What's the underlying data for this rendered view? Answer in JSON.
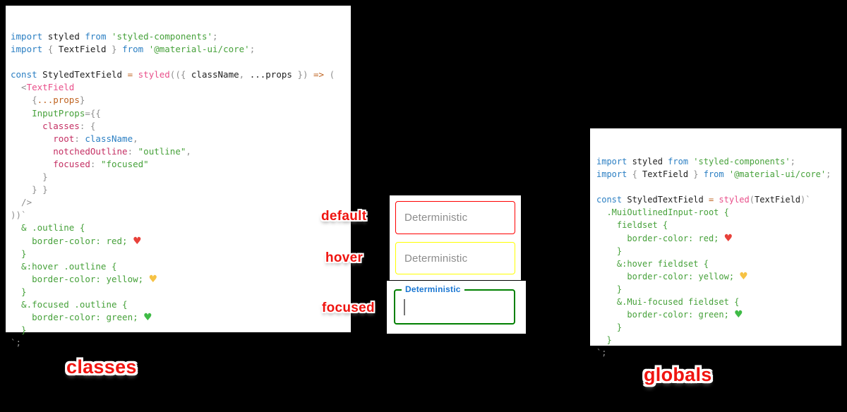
{
  "annotations": {
    "state_default": "default",
    "state_hover": "hover",
    "state_focused": "focused",
    "left_caption": "classes",
    "right_caption": "globals",
    "color": "#ef1410"
  },
  "fields": {
    "default": {
      "placeholder": "Deterministic",
      "border_color": "red"
    },
    "hover": {
      "placeholder": "Deterministic",
      "border_color": "yellow"
    },
    "focused": {
      "label": "Deterministic",
      "value": "",
      "border_color": "green",
      "label_color": "#1976d2"
    }
  },
  "syntax_colors": {
    "kw": "#2b7fc3",
    "id": "#1e1e1e",
    "str": "#46a13a",
    "css": "#46a13a",
    "fn": "#e94f8a",
    "key": "#c42f63",
    "op": "#bf6320",
    "pun": "#8f8f8f",
    "hr": "#e8413a",
    "hy": "#f6c244",
    "hg": "#3fbb46"
  },
  "code_panels": {
    "classes": {
      "lines": [
        [
          [
            "kw",
            "import "
          ],
          [
            "id",
            "styled "
          ],
          [
            "kw",
            "from "
          ],
          [
            "str",
            "'styled-components'"
          ],
          [
            "pun",
            ";"
          ]
        ],
        [
          [
            "kw",
            "import "
          ],
          [
            "pun",
            "{ "
          ],
          [
            "id",
            "TextField "
          ],
          [
            "pun",
            "} "
          ],
          [
            "kw",
            "from "
          ],
          [
            "str",
            "'@material-ui/core'"
          ],
          [
            "pun",
            ";"
          ]
        ],
        [],
        [
          [
            "kw",
            "const "
          ],
          [
            "id",
            "StyledTextField "
          ],
          [
            "op",
            "= "
          ],
          [
            "fn",
            "styled"
          ],
          [
            "pun",
            "(({ "
          ],
          [
            "id",
            "className"
          ],
          [
            "pun",
            ", "
          ],
          [
            "id",
            "...props "
          ],
          [
            "pun",
            "}) "
          ],
          [
            "op",
            "=> "
          ],
          [
            "pun",
            "("
          ]
        ],
        [
          [
            "pun",
            "  <"
          ],
          [
            "fn",
            "TextField"
          ]
        ],
        [
          [
            "pun",
            "    {"
          ],
          [
            "op",
            "...props"
          ],
          [
            "pun",
            "}"
          ]
        ],
        [
          [
            "str",
            "    InputProps"
          ],
          [
            "pun",
            "={{"
          ]
        ],
        [
          [
            "key",
            "      classes"
          ],
          [
            "pun",
            ": {"
          ]
        ],
        [
          [
            "key",
            "        root"
          ],
          [
            "pun",
            ": "
          ],
          [
            "kw",
            "className"
          ],
          [
            "pun",
            ","
          ]
        ],
        [
          [
            "key",
            "        notchedOutline"
          ],
          [
            "pun",
            ": "
          ],
          [
            "str",
            "\"outline\""
          ],
          [
            "pun",
            ","
          ]
        ],
        [
          [
            "key",
            "        focused"
          ],
          [
            "pun",
            ": "
          ],
          [
            "str",
            "\"focused\""
          ]
        ],
        [
          [
            "pun",
            "      }"
          ]
        ],
        [
          [
            "pun",
            "    } }"
          ]
        ],
        [
          [
            "pun",
            "  />"
          ]
        ],
        [
          [
            "pun",
            "))`"
          ]
        ],
        [
          [
            "css",
            "  & .outline {"
          ]
        ],
        [
          [
            "css",
            "    border-color: red; "
          ],
          [
            "hr",
            "♥"
          ]
        ],
        [
          [
            "css",
            "  }"
          ]
        ],
        [
          [
            "css",
            "  &:hover .outline {"
          ]
        ],
        [
          [
            "css",
            "    border-color: yellow; "
          ],
          [
            "hy",
            "♥"
          ]
        ],
        [
          [
            "css",
            "  }"
          ]
        ],
        [
          [
            "css",
            "  &.focused .outline {"
          ]
        ],
        [
          [
            "css",
            "    border-color: green; "
          ],
          [
            "hg",
            "♥"
          ]
        ],
        [
          [
            "css",
            "  }"
          ]
        ],
        [
          [
            "pun",
            "`;"
          ]
        ]
      ]
    },
    "globals": {
      "lines": [
        [
          [
            "kw",
            "import "
          ],
          [
            "id",
            "styled "
          ],
          [
            "kw",
            "from "
          ],
          [
            "str",
            "'styled-components'"
          ],
          [
            "pun",
            ";"
          ]
        ],
        [
          [
            "kw",
            "import "
          ],
          [
            "pun",
            "{ "
          ],
          [
            "id",
            "TextField "
          ],
          [
            "pun",
            "} "
          ],
          [
            "kw",
            "from "
          ],
          [
            "str",
            "'@material-ui/core'"
          ],
          [
            "pun",
            ";"
          ]
        ],
        [],
        [
          [
            "kw",
            "const "
          ],
          [
            "id",
            "StyledTextField "
          ],
          [
            "op",
            "= "
          ],
          [
            "fn",
            "styled"
          ],
          [
            "pun",
            "("
          ],
          [
            "id",
            "TextField"
          ],
          [
            "pun",
            ")`"
          ]
        ],
        [
          [
            "css",
            "  .MuiOutlinedInput-root {"
          ]
        ],
        [
          [
            "css",
            "    fieldset {"
          ]
        ],
        [
          [
            "css",
            "      border-color: red; "
          ],
          [
            "hr",
            "♥"
          ]
        ],
        [
          [
            "css",
            "    }"
          ]
        ],
        [
          [
            "css",
            "    &:hover fieldset {"
          ]
        ],
        [
          [
            "css",
            "      border-color: yellow; "
          ],
          [
            "hy",
            "♥"
          ]
        ],
        [
          [
            "css",
            "    }"
          ]
        ],
        [
          [
            "css",
            "    &.Mui-focused fieldset {"
          ]
        ],
        [
          [
            "css",
            "      border-color: green; "
          ],
          [
            "hg",
            "♥"
          ]
        ],
        [
          [
            "css",
            "    }"
          ]
        ],
        [
          [
            "css",
            "  }"
          ]
        ],
        [
          [
            "pun",
            "`;"
          ]
        ]
      ]
    }
  }
}
